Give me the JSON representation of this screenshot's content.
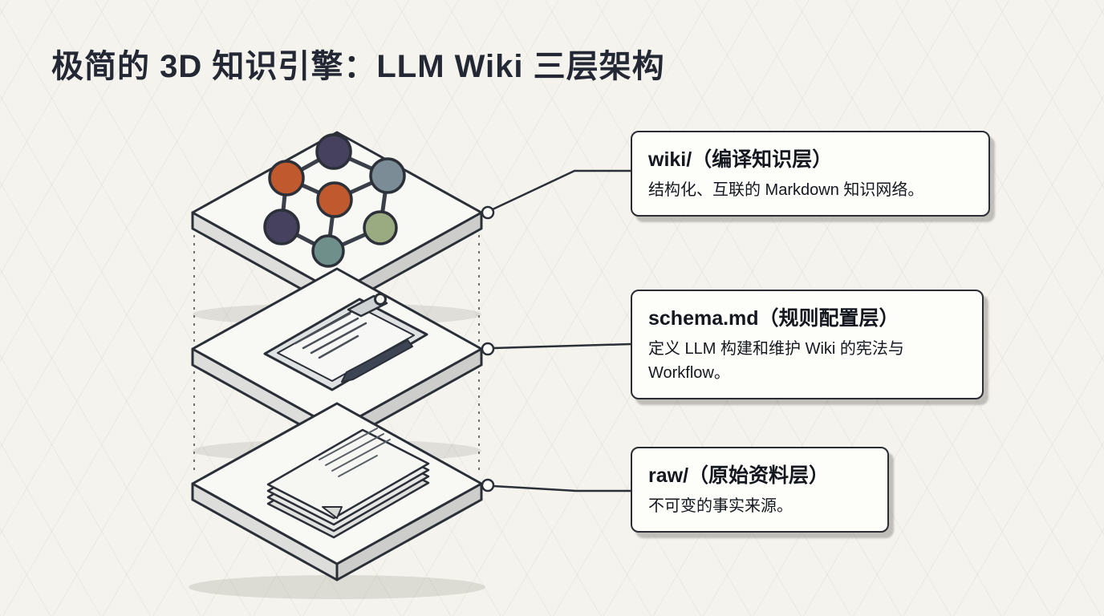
{
  "title": "极简的 3D 知识引擎：LLM Wiki 三层架构",
  "callouts": [
    {
      "heading": "wiki/（编译知识层）",
      "description": "结构化、互联的 Markdown 知识网络。",
      "icon": "knowledge-graph-icon"
    },
    {
      "heading": "schema.md（规则配置层）",
      "description": "定义 LLM 构建和维护 Wiki 的宪法与 Workflow。",
      "icon": "clipboard-icon"
    },
    {
      "heading": "raw/（原始资料层）",
      "description": "不可变的事实来源。",
      "icon": "documents-stack-icon"
    }
  ],
  "palette": {
    "background": "#f4f3ed",
    "outline": "#2c2f38",
    "node_orange": "#c05a2e",
    "node_navy": "#46415f",
    "node_slate": "#7b8c96",
    "node_green": "#9aab82",
    "node_teal": "#6e8f8a"
  }
}
